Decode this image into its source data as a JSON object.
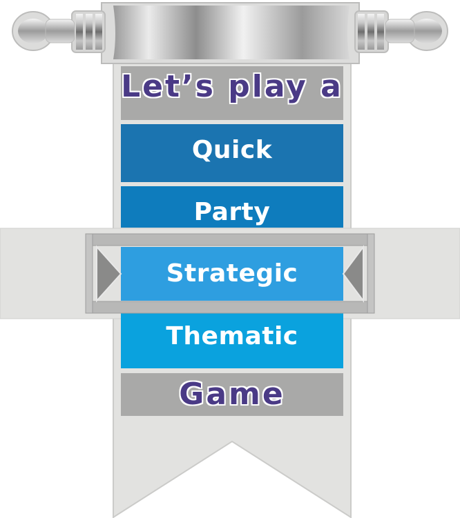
{
  "banner": {
    "top_line": "Let’s play a",
    "bottom_line": "Game"
  },
  "options": [
    {
      "label": "Quick",
      "color": "#1b74b0",
      "selected": false
    },
    {
      "label": "Party",
      "color": "#0e7cbd",
      "selected": false
    },
    {
      "label": "Strategic",
      "color": "#2e9ee0",
      "selected": true
    },
    {
      "label": "Thematic",
      "color": "#0aa2de",
      "selected": false
    }
  ],
  "colors": {
    "ribbon": "#e2e2e0",
    "ribbon_outline": "#c9c9c7",
    "title_bar": "#a9a9a8",
    "title_text": "#4a3a86",
    "selector_frame": "#b2b2b1",
    "scroll_metal": "#cfd0cf"
  }
}
